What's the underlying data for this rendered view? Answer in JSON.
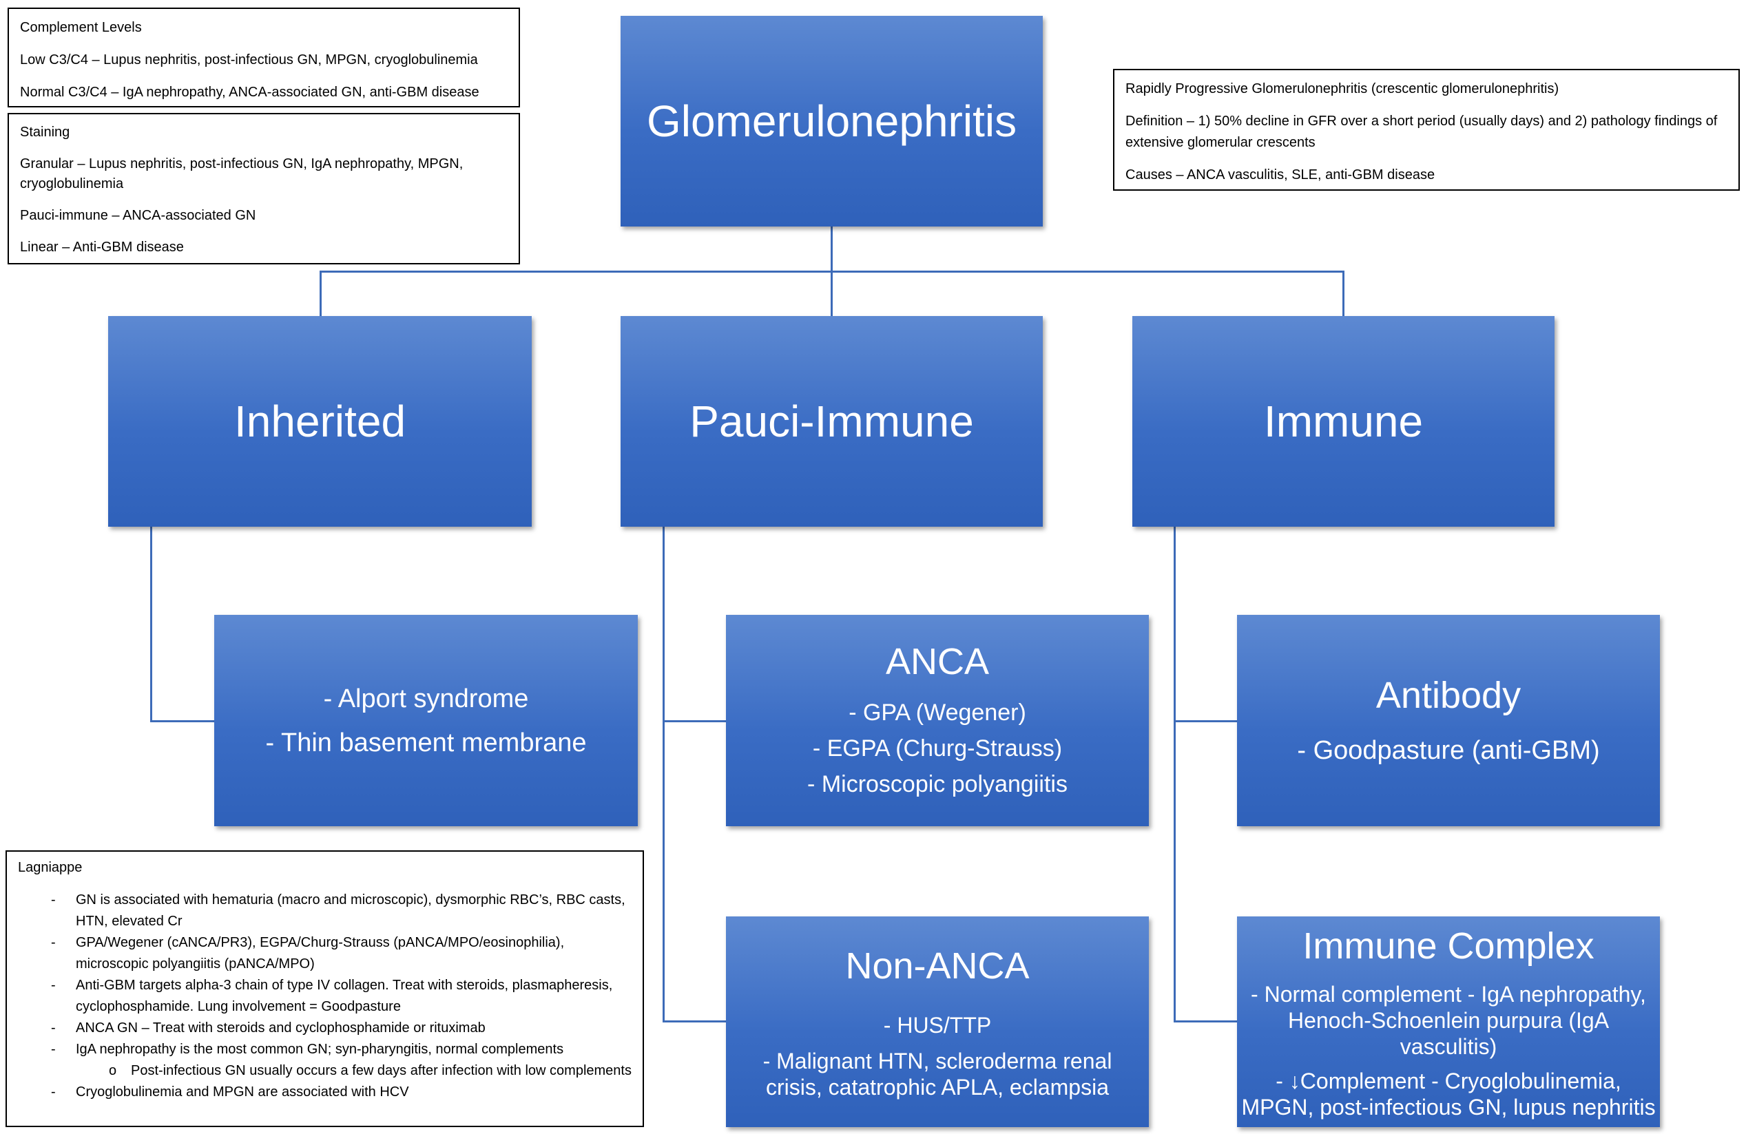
{
  "title": "Glomerulonephritis",
  "complement": {
    "heading": "Complement Levels",
    "low": "Low C3/C4 – Lupus nephritis, post-infectious GN, MPGN, cryoglobulinemia",
    "normal": "Normal C3/C4 – IgA nephropathy, ANCA-associated GN, anti-GBM disease"
  },
  "staining": {
    "heading": "Staining",
    "granular": "Granular – Lupus nephritis, post-infectious GN, IgA nephropathy, MPGN, cryoglobulinemia",
    "pauci": "Pauci-immune – ANCA-associated GN",
    "linear": "Linear – Anti-GBM disease"
  },
  "rpgn": {
    "heading": "Rapidly Progressive Glomerulonephritis (crescentic glomerulonephritis)",
    "definition": "Definition – 1) 50% decline in GFR over a short period (usually days) and 2) pathology findings of extensive glomerular crescents",
    "causes": "Causes – ANCA vasculitis, SLE, anti-GBM disease"
  },
  "categories": {
    "inherited": "Inherited",
    "pauci": "Pauci-Immune",
    "immune": "Immune"
  },
  "inherited_box": {
    "items": [
      "- Alport syndrome",
      "- Thin basement membrane"
    ]
  },
  "anca": {
    "heading": "ANCA",
    "items": [
      "- GPA (Wegener)",
      "- EGPA (Churg-Strauss)",
      "- Microscopic polyangiitis"
    ]
  },
  "non_anca": {
    "heading": "Non-ANCA",
    "items": [
      "- HUS/TTP",
      "- Malignant HTN, scleroderma renal crisis, catatrophic APLA, eclampsia"
    ]
  },
  "antibody": {
    "heading": "Antibody",
    "items": [
      "- Goodpasture (anti-GBM)"
    ]
  },
  "immune_complex": {
    "heading": "Immune Complex",
    "items": [
      "- Normal complement - IgA nephropathy, Henoch-Schoenlein purpura (IgA vasculitis)",
      "- ↓Complement - Cryoglobulinemia, MPGN, post-infectious GN, lupus nephritis"
    ]
  },
  "lagniappe": {
    "heading": "Lagniappe",
    "items": [
      "GN is associated with hematuria (macro and microscopic), dysmorphic RBC’s, RBC casts, HTN, elevated Cr",
      "GPA/Wegener (cANCA/PR3), EGPA/Churg-Strauss (pANCA/MPO/eosinophilia), microscopic polyangiitis (pANCA/MPO)",
      "Anti-GBM targets alpha-3 chain of type IV collagen. Treat with steroids, plasmapheresis, cyclophosphamide. Lung involvement = Goodpasture",
      "ANCA GN – Treat with steroids and cyclophosphamide or rituximab",
      "IgA nephropathy is the most common GN; syn-pharyngitis, normal complements",
      "Post-infectious GN usually occurs a few days after infection with low complements",
      "Cryoglobulinemia and MPGN are associated with HCV"
    ]
  },
  "colors": {
    "box_top": "#5d89d2",
    "box_bottom": "#2f61ba",
    "connector": "#3d6bb8"
  }
}
